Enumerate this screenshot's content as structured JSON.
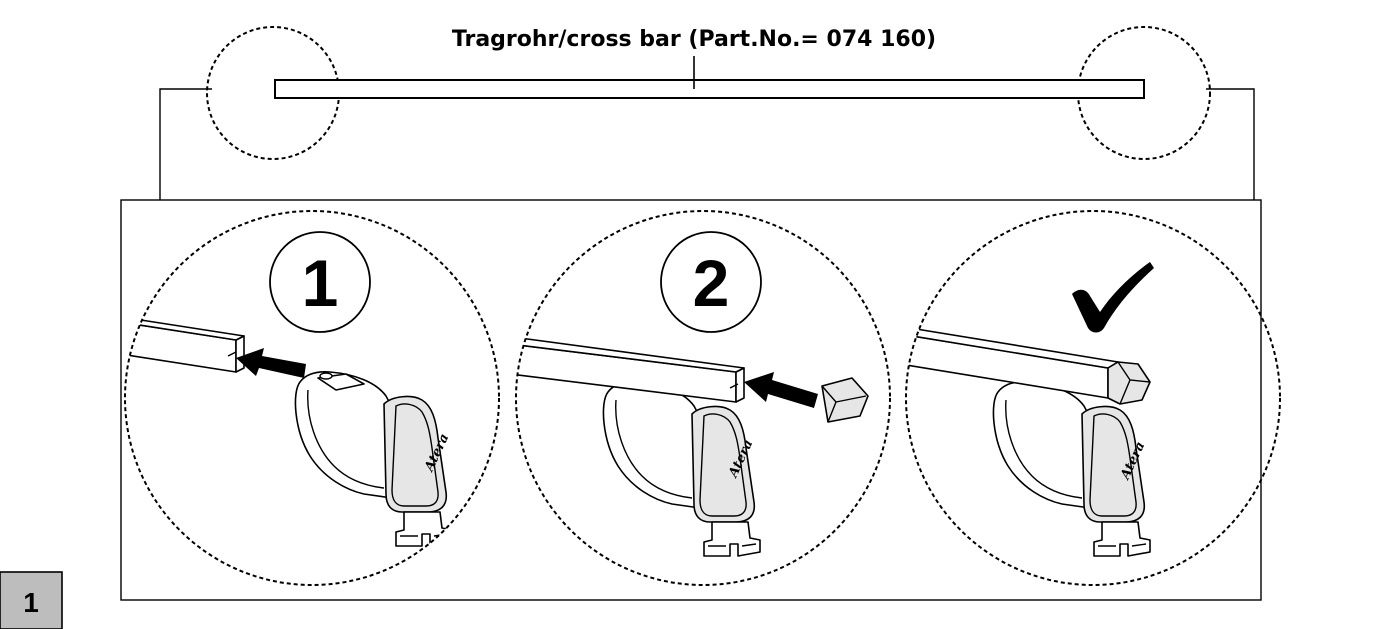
{
  "diagram": {
    "title": "Tragrohr/cross bar (Part.No.= 074 160)",
    "figure_label": "1",
    "steps": [
      {
        "label": "1",
        "icon": "arrow-insert-icon"
      },
      {
        "label": "2",
        "icon": "arrow-insert-cap-icon"
      },
      {
        "label": "",
        "icon": "checkmark-icon"
      }
    ],
    "brand": "Atera"
  }
}
